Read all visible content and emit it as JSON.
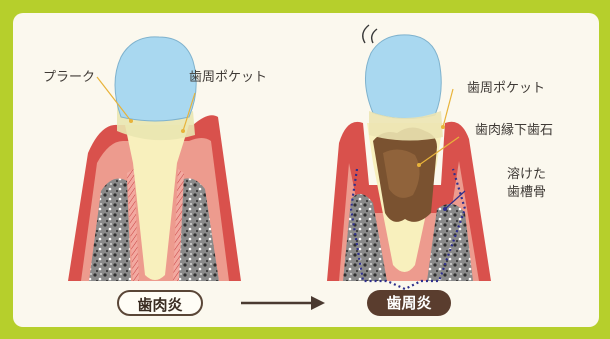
{
  "left_diagram": {
    "label_plaque": "プラーク",
    "label_pocket": "歯周ポケット"
  },
  "right_diagram": {
    "label_pocket": "歯周ポケット",
    "label_calculus": "歯肉縁下歯石",
    "label_bone_line1": "溶けた",
    "label_bone_line2": "歯槽骨"
  },
  "stage_before": "歯肉炎",
  "stage_after": "歯周炎",
  "colors": {
    "frame": "#b6cf2c",
    "gum": "#d4504c",
    "tooth": "#f6edb8",
    "enamel": "#a9d7ef",
    "bone": "#7b7b7b",
    "calculus": "#7a5230",
    "bone_outline": "#2e2f8c",
    "arrow": "#4a3a30"
  }
}
